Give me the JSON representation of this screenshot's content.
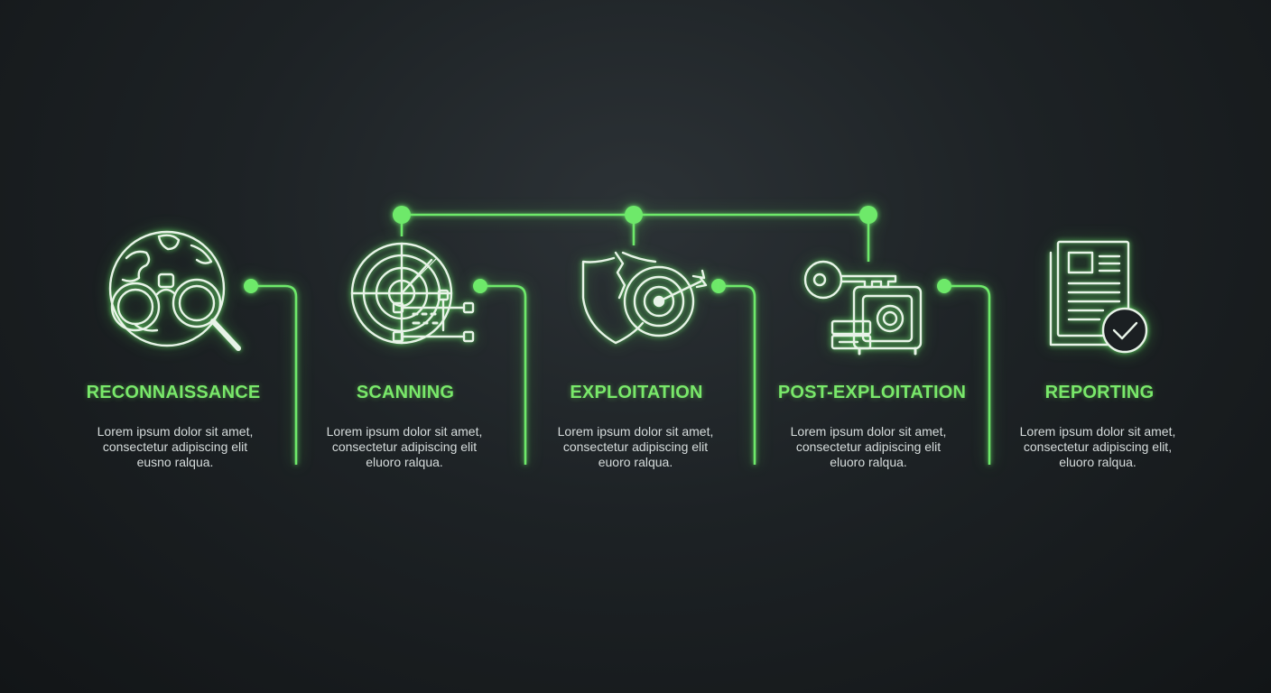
{
  "colors": {
    "background": "#1b1f22",
    "accent": "#6ee96a",
    "title": "#79e86a",
    "icon": "#e8f3e8",
    "text": "#d6dcdc"
  },
  "stages": [
    {
      "title": "RECONNAISSANCE",
      "icon": "globe-binoculars-magnifier-icon",
      "desc": [
        "Lorem ipsum dolor sit amet,",
        "consectetur adipiscing elit",
        "eusno ralqua."
      ]
    },
    {
      "title": "SCANNING",
      "icon": "radar-network-icon",
      "desc": [
        "Lorem ipsum dolor sit amet,",
        "consectetur adipiscing elit",
        "eluoro ralqua."
      ]
    },
    {
      "title": "EXPLOITATION",
      "icon": "broken-shield-target-icon",
      "desc": [
        "Lorem ipsum dolor sit amet,",
        "consectetur adipiscing elit",
        "euoro ralqua."
      ]
    },
    {
      "title": "POST-EXPLOITATION",
      "icon": "key-safe-icon",
      "desc": [
        "Lorem ipsum dolor sit amet,",
        "consectetur adipiscing elit",
        "eluoro ralqua."
      ]
    },
    {
      "title": "REPORTING",
      "icon": "report-document-check-icon",
      "desc": [
        "Lorem ipsum dolor sit amet,",
        "consectetur adipiscing elit,",
        "eluoro ralqua."
      ]
    }
  ]
}
